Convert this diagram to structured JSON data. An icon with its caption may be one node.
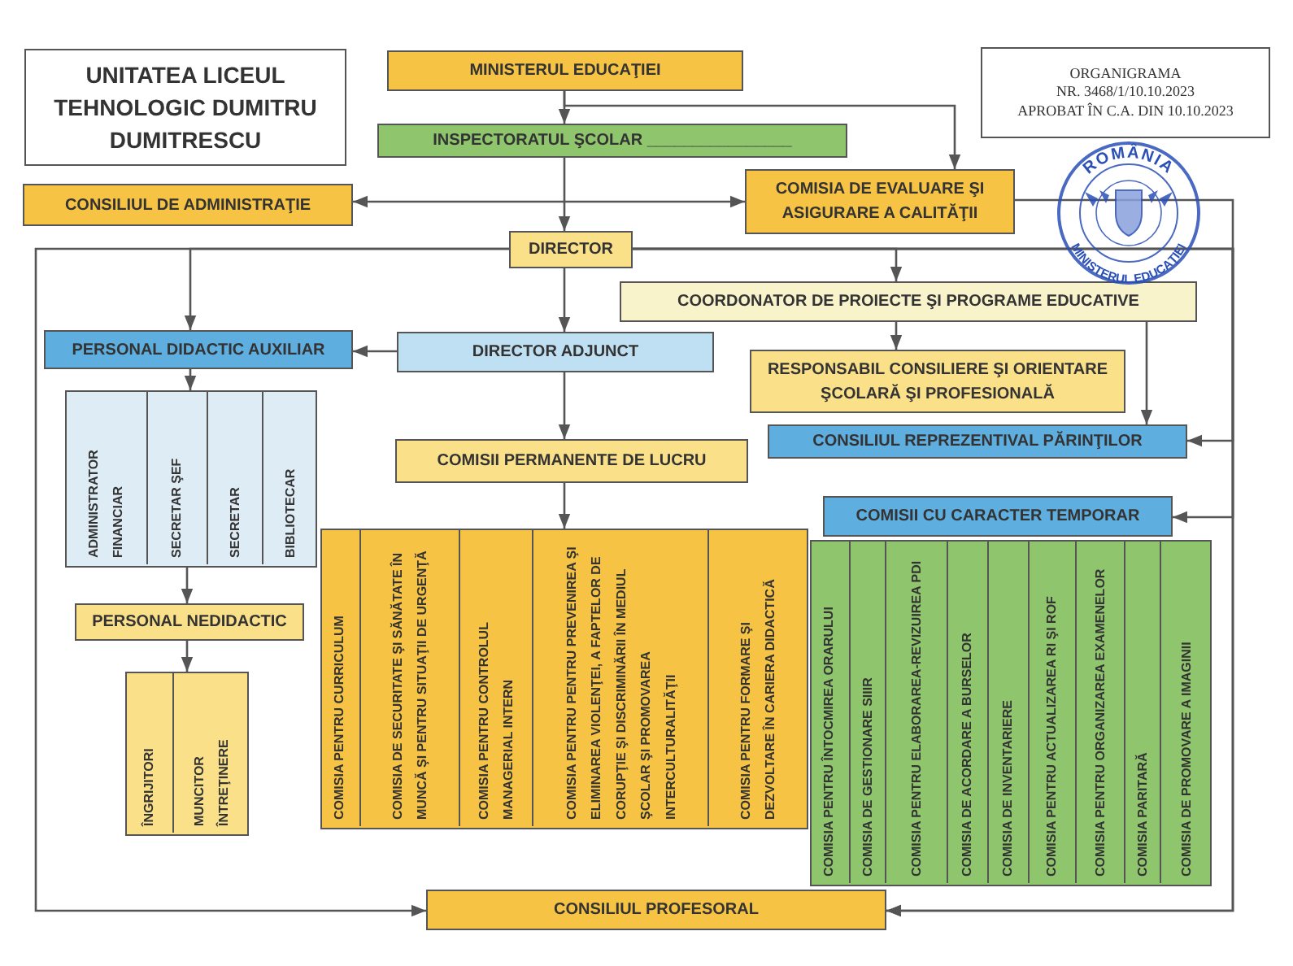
{
  "diagram": {
    "nodes": [
      {
        "text": [
          "UNITATEA LICEUL TEHNOLOGIC DUMITRU DUMITRESCU"
        ]
      },
      {
        "text": [
          "MINISTERUL EDUCAŢIEI"
        ]
      },
      {
        "text": [
          "ORGANIGRAMA",
          "NR. 3468/1/10.10.2023",
          "APROBAT ÎN C.A. DIN 10.10.2023"
        ]
      },
      {
        "text": [
          "INSPECTORATUL ŞCOLAR ________________"
        ]
      },
      {
        "text": [
          "CONSILIUL DE ADMINISTRAŢIE"
        ]
      },
      {
        "text": [
          "COMISIA DE EVALUARE ŞI ASIGURARE A CALITĂŢII"
        ]
      },
      {
        "text": [
          "DIRECTOR"
        ]
      },
      {
        "text": [
          "COORDONATOR DE PROIECTE ŞI PROGRAME EDUCATIVE"
        ]
      },
      {
        "text": [
          "PERSONAL DIDACTIC AUXILIAR"
        ]
      },
      {
        "text": [
          "DIRECTOR ADJUNCT"
        ]
      },
      {
        "text": [
          "RESPONSABIL CONSILIERE ŞI ORIENTARE ŞCOLARĂ ŞI PROFESIONALĂ"
        ]
      },
      {
        "text": [
          "CONSILIUL REPREZENTIVAL PĂRINŢILOR"
        ]
      },
      {
        "text": [
          "COMISII PERMANENTE DE LUCRU"
        ]
      },
      {
        "text": [
          "COMISII CU CARACTER TEMPORAR"
        ]
      },
      {
        "text": [],
        "shape": "box"
      },
      {
        "text": [
          "ADMINISTRATOR FINANCIAR"
        ],
        "in": 14
      },
      {
        "text": [
          "SECRETAR ŞEF"
        ],
        "in": 14
      },
      {
        "text": [
          "SECRETAR"
        ],
        "in": 14
      },
      {
        "text": [
          "BIBLIOTECAR"
        ],
        "in": 14
      },
      {
        "text": [
          "PERSONAL NEDIDACTIC"
        ]
      },
      {
        "text": [],
        "shape": "box"
      },
      {
        "text": [
          "ÎNGRIJITORI"
        ],
        "in": 20
      },
      {
        "text": [
          "MUNCITOR ÎNTREŢINERE"
        ],
        "in": 20
      },
      {
        "text": [],
        "shape": "box"
      },
      {
        "text": [
          "COMISIA PENTRU CURRICULUM"
        ],
        "in": 23
      },
      {
        "text": [
          "COMISIA DE SECURITATE ŞI SĂNĂTATE ÎN MUNCĂ ŞI PENTRU SITUAŢII DE URGENŢĂ"
        ],
        "in": 23
      },
      {
        "text": [
          "COMISIA PENTRU CONTROLUL MANAGERIAL INTERN"
        ],
        "in": 23
      },
      {
        "text": [
          "COMISIA PENTRU PENTRU PREVENIREA ŞI ELIMINAREA VIOLENŢEI, A FAPTELOR DE CORUPŢIE ŞI DISCRIMINĂRII ÎN MEDIUL ŞCOLAR ŞI PROMOVAREA INTERCULTURALITĂŢII"
        ],
        "in": 23
      },
      {
        "text": [
          "COMISIA PENTRU FORMARE ŞI DEZVOLTARE ÎN CARIERA DIDACTICĂ"
        ],
        "in": 23
      },
      {
        "text": [],
        "shape": "box"
      },
      {
        "text": [
          "COMISIA PENTRU ÎNTOCMIREA ORARULUI"
        ],
        "in": 29
      },
      {
        "text": [
          "COMISIA DE GESTIONARE SIIIR"
        ],
        "in": 29
      },
      {
        "text": [
          "COMISIA PENTRU ELABORAREA-REVIZUIREA PDI"
        ],
        "in": 29
      },
      {
        "text": [
          "COMISIA DE ACORDARE A BURSELOR"
        ],
        "in": 29
      },
      {
        "text": [
          "COMISIA DE INVENTARIERE"
        ],
        "in": 29
      },
      {
        "text": [
          "COMISIA PENTRU ACTUALIZAREA RI ŞI ROF"
        ],
        "in": 29
      },
      {
        "text": [
          "COMISIA PENTRU ORGANIZAREA EXAMENELOR"
        ],
        "in": 29
      },
      {
        "text": [
          "COMISIA PARITARĂ"
        ],
        "in": 29
      },
      {
        "text": [
          "COMISIA DE PROMOVARE A IMAGINII"
        ],
        "in": 29
      },
      {
        "text": [
          "CONSILIUL PROFESORAL"
        ]
      }
    ],
    "edges": [
      {
        "from": 1,
        "to": 3,
        "arrow": "to"
      },
      {
        "from": 1,
        "to": 5,
        "arrow": "to"
      },
      {
        "from": 4,
        "to": 5,
        "arrow": "both"
      },
      {
        "from": 3,
        "to": 6,
        "arrow": "to"
      },
      {
        "from": 5,
        "to": 39,
        "arrow": "to"
      },
      {
        "from": 6,
        "to": 8,
        "arrow": "to"
      },
      {
        "from": 6,
        "to": 39,
        "arrow": "to"
      },
      {
        "from": 6,
        "to": 9,
        "arrow": "to"
      },
      {
        "from": 6,
        "to": 7,
        "arrow": "to"
      },
      {
        "from": 6,
        "to": 11,
        "arrow": "to"
      },
      {
        "from": 6,
        "to": 13,
        "arrow": "to"
      },
      {
        "from": 6,
        "to": 39,
        "arrow": "to"
      },
      {
        "from": 9,
        "to": 8,
        "arrow": "to"
      },
      {
        "from": 9,
        "to": 12,
        "arrow": "to"
      },
      {
        "from": 7,
        "to": 10,
        "arrow": "to"
      },
      {
        "from": 7,
        "to": 11,
        "arrow": "to"
      },
      {
        "from": 8,
        "to": 14,
        "arrow": "to"
      },
      {
        "from": 14,
        "to": 19,
        "arrow": "to"
      },
      {
        "from": 19,
        "to": 20,
        "arrow": "to"
      },
      {
        "from": 12,
        "to": 23,
        "arrow": "to"
      }
    ],
    "labels": [
      "ROMÂNIA",
      "MINISTERUL EDUCAŢIEI"
    ]
  }
}
